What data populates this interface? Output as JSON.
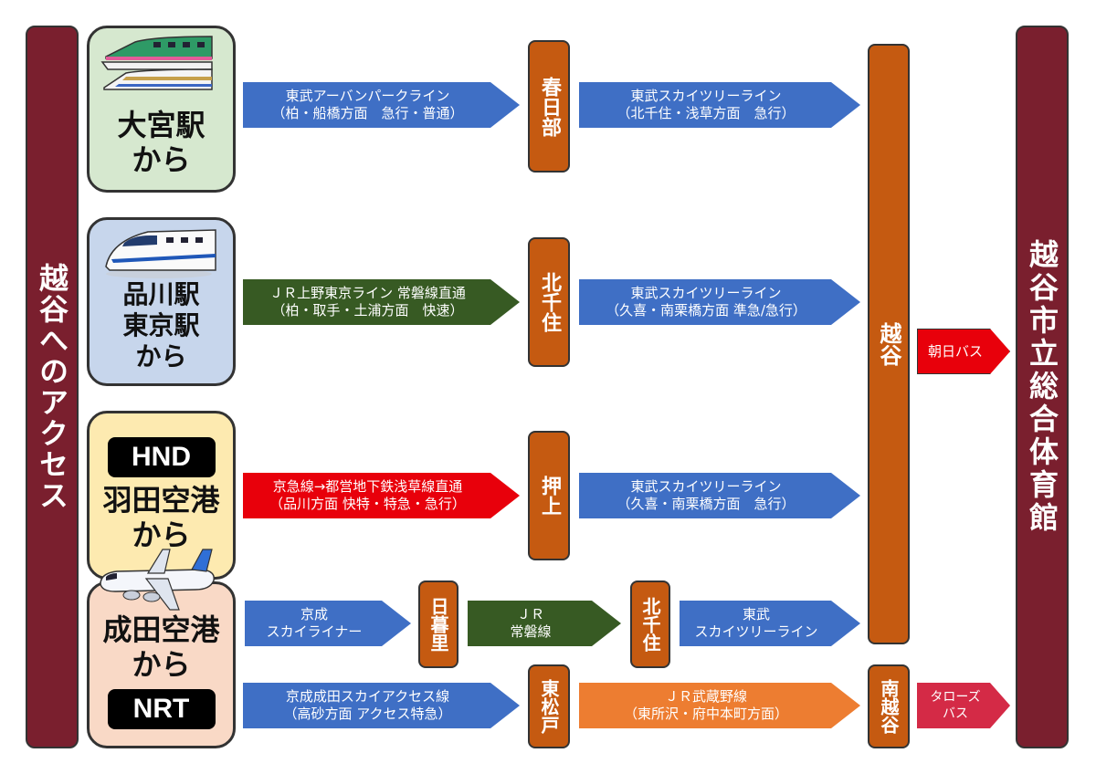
{
  "left_bar": "越谷へのアクセス",
  "right_bar": "越谷市立総合体育館",
  "origins": {
    "omiya": {
      "line1": "大宮駅",
      "line2": "から"
    },
    "shinagawa": {
      "line1": "品川駅",
      "line2": "東京駅",
      "line3": "から"
    },
    "haneda": {
      "code": "HND",
      "line1": "羽田空港",
      "line2": "から"
    },
    "narita": {
      "code": "NRT",
      "line1": "成田空港",
      "line2": "から"
    }
  },
  "stations": {
    "kasukabe": "春日部",
    "kitasenju_1": "北千住",
    "oshiage": "押上",
    "nippori": "日暮里",
    "kitasenju_2": "北千住",
    "higashimatsudo": "東松戸",
    "koshigaya": "越谷",
    "minamikoshigaya": "南越谷"
  },
  "routes": {
    "omiya_1": {
      "line1": "東武アーバンパークライン",
      "line2": "（柏・船橋方面　急行・普通）"
    },
    "omiya_2": {
      "line1": "東武スカイツリーライン",
      "line2": "（北千住・浅草方面　急行）"
    },
    "shinagawa_1": {
      "line1": "ＪＲ上野東京ライン 常磐線直通",
      "line2": "（柏・取手・土浦方面　快速）"
    },
    "shinagawa_2": {
      "line1": "東武スカイツリーライン",
      "line2": "（久喜・南栗橋方面 準急/急行）"
    },
    "haneda_1": {
      "line1": "京急線→都営地下鉄浅草線直通",
      "line2": "（品川方面 快特・特急・急行）"
    },
    "haneda_2": {
      "line1": "東武スカイツリーライン",
      "line2": "（久喜・南栗橋方面　急行）"
    },
    "narita_a1": {
      "line1": "京成",
      "line2": "スカイライナー"
    },
    "narita_a2": {
      "line1": "ＪＲ",
      "line2": "常磐線"
    },
    "narita_a3": {
      "line1": "東武",
      "line2": "スカイツリーライン"
    },
    "narita_b1": {
      "line1": "京成成田スカイアクセス線",
      "line2": "（高砂方面 アクセス特急）"
    },
    "narita_b2": {
      "line1": "ＪＲ武蔵野線",
      "line2": "（東所沢・府中本町方面）"
    }
  },
  "buses": {
    "asahi": "朝日バス",
    "tarozu_line1": "タローズ",
    "tarozu_line2": "バス"
  },
  "colors": {
    "maroon": "#7a1f2e",
    "station_orange": "#c55a11",
    "route_blue": "#3f6fc5",
    "route_green": "#375a23",
    "route_red": "#e8000b",
    "route_orange": "#ed7d31",
    "bus_crimson": "#d42a46",
    "omiya_bg": "#d6e8cf",
    "shinagawa_bg": "#c7d6ec",
    "haneda_bg": "#fdeab0",
    "narita_bg": "#f9d9c6"
  },
  "icons": [
    "shinkansen-e5-e7-icon",
    "shinkansen-n700-icon",
    "airplane-icon"
  ]
}
